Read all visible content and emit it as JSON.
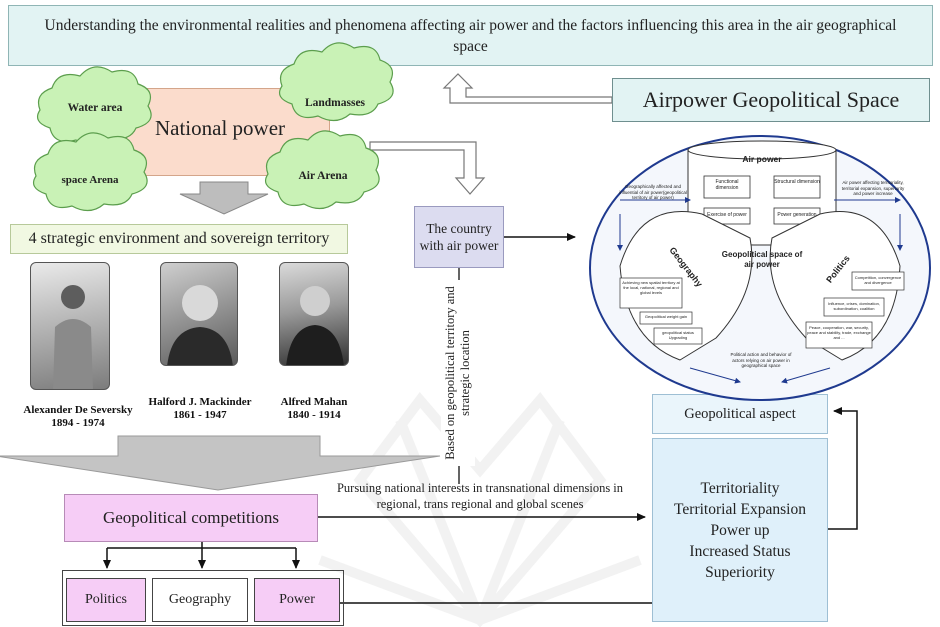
{
  "top_banner": "Understanding the environmental realities and phenomena affecting air power and the factors influencing this area in the air geographical space",
  "airpower_space": "Airpower Geopolitical Space",
  "national_power": "National power",
  "clouds": {
    "water": "Water area",
    "land": "Landmasses",
    "space": "space Arena",
    "air": "Air Arena"
  },
  "strategic_env": "4 strategic environment and sovereign territory",
  "country": "The country with air power",
  "vertical_label": "Based on geopolitical territory and strategic location",
  "persons": [
    {
      "name": "Alexander De Seversky",
      "years": "1894 - 1974"
    },
    {
      "name": "Halford J. Mackinder",
      "years": "1861 - 1947"
    },
    {
      "name": "Alfred Mahan",
      "years": "1840 - 1914"
    }
  ],
  "pursuing": "Pursuing national interests in transnational dimensions in regional, trans regional and global scenes",
  "competitions": "Geopolitical competitions",
  "branches": {
    "politics": "Politics",
    "geography": "Geography",
    "power": "Power"
  },
  "geo_aspect": "Geopolitical aspect",
  "aspects": [
    "Territoriality",
    "Territorial Expansion",
    "Power up",
    "Increased Status",
    "Superiority"
  ],
  "ellipse": {
    "air_power": "Air power",
    "functional": "Functional dimension",
    "structural": "Structural dimension",
    "exercise": "Exercise of power",
    "generation": "Power generation",
    "center": "Geopolitical space of air power",
    "geography": "Geography",
    "politics": "Politics",
    "left_note": "Geographically affected and influential of air power(geopolitical territory of air power)",
    "right_note": "Air power affecting territoriality, territorial expansion, superiority and power increase",
    "geo_items": [
      "Achieving new spatial territory at the local, national, regional and global levels",
      "Geopolitical weight gain",
      "geopolitical status Upgrading"
    ],
    "pol_items": [
      "Competition, convergence and divergence",
      "Influence, crises, domination, subordination, coalition",
      "Peace, cooperation, war, security, peace and stability, trade, exchange and ..."
    ],
    "bottom_note": "Political action and behavior of actors relying on air power in geographical space"
  }
}
